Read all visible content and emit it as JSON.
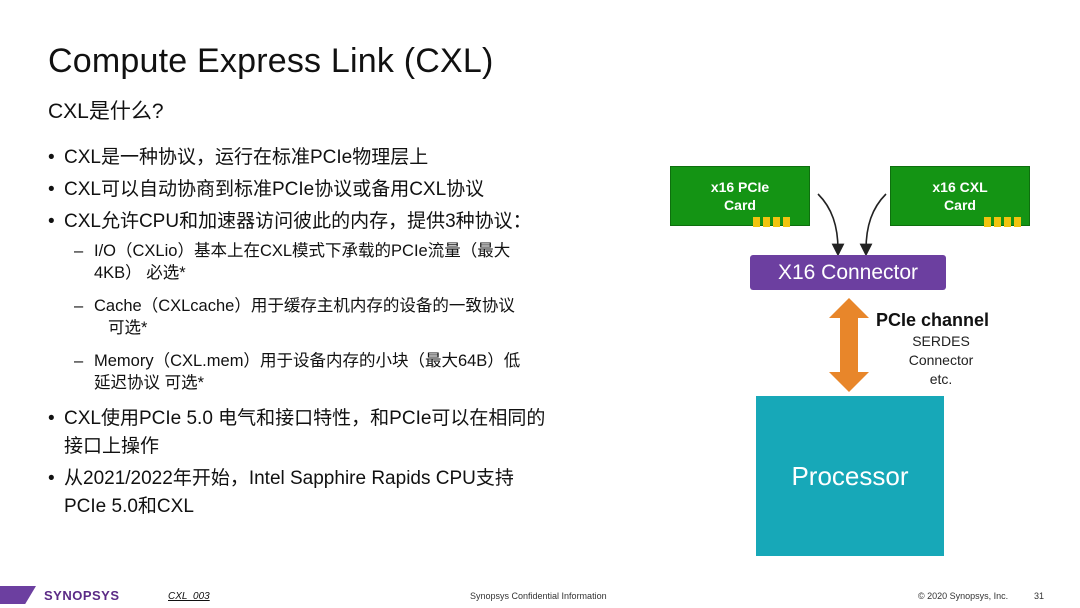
{
  "slide": {
    "title": "Compute Express Link (CXL)",
    "subtitle": "CXL是什么?"
  },
  "bullets": [
    "CXL是一种协议，运行在标准PCIe物理层上",
    "CXL可以自动协商到标准PCIe协议或备用CXL协议",
    "CXL允许CPU和加速器访问彼此的内存，提供3种协议："
  ],
  "sub_bullets": [
    {
      "bold": "I/O（CXLio）",
      "text": "基本上在CXL模式下承载的PCIe流量（最大",
      "cont": "4KB） 必选*"
    },
    {
      "bold": "Cache（CXLcache）",
      "text": "用于缓存主机内存的设备的一致协议",
      "cont": "可选*"
    },
    {
      "bold": "Memory（CXL.mem）",
      "text": "用于设备内存的小块（最大64B）低",
      "cont": "延迟协议 可选*"
    }
  ],
  "bullets2": [
    {
      "line1": "CXL使用PCIe 5.0 电气和接口特性，和PCIe可以在相同的",
      "line2": "接口上操作"
    },
    {
      "line1": "从2021/2022年开始，Intel Sapphire Rapids CPU支持",
      "line2": "PCIe 5.0和CXL"
    }
  ],
  "diagram": {
    "card_left": {
      "line1": "x16 PCIe",
      "line2": "Card"
    },
    "card_right": {
      "line1": "x16 CXL",
      "line2": "Card"
    },
    "connector": "X16 Connector",
    "channel_title": "PCIe channel",
    "channel_lines": [
      "SERDES",
      "Connector",
      "etc."
    ],
    "processor": "Processor",
    "colors": {
      "card": "#149414",
      "connector": "#6c3fa0",
      "arrow": "#e8862a",
      "processor": "#17a8b8",
      "pins": "#f1c40f"
    }
  },
  "footer": {
    "brand": "SYNOPSYS",
    "code": "CXL_003",
    "confidential": "Synopsys Confidential Information",
    "copyright": "© 2020 Synopsys, Inc.",
    "page": "31"
  }
}
